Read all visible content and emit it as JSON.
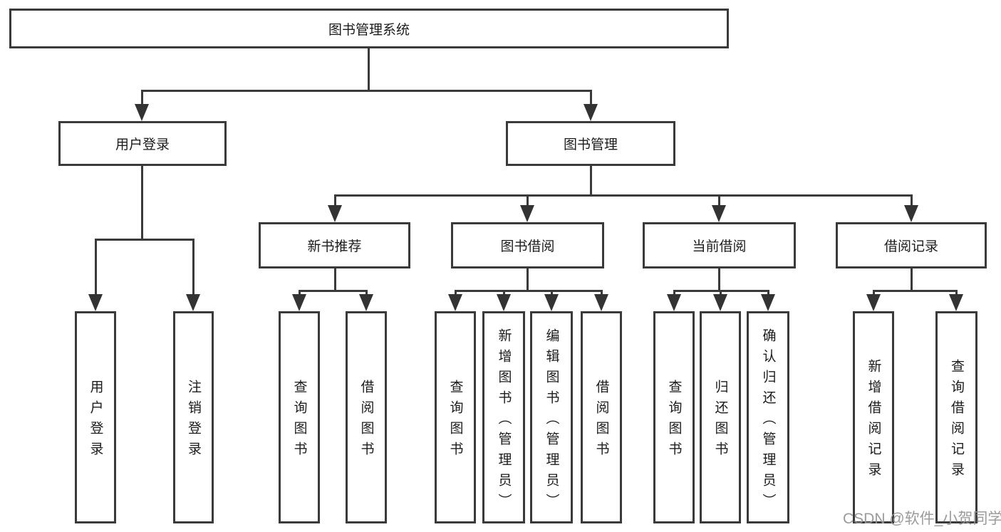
{
  "diagram": {
    "root": {
      "label": "图书管理系统"
    },
    "branches": [
      {
        "label": "用户登录",
        "children": [
          "用户登录",
          "注销登录"
        ]
      },
      {
        "label": "图书管理",
        "groups": [
          {
            "label": "新书推荐",
            "children": [
              "查询图书",
              "借阅图书"
            ]
          },
          {
            "label": "图书借阅",
            "children": [
              "查询图书",
              "新增图书（管理员）",
              "编辑图书（管理员）",
              "借阅图书"
            ]
          },
          {
            "label": "当前借阅",
            "children": [
              "查询图书",
              "归还图书",
              "确认归还（管理员）"
            ]
          },
          {
            "label": "借阅记录",
            "children": [
              "新增借阅记录",
              "查询借阅记录"
            ]
          }
        ]
      }
    ]
  },
  "watermark": {
    "text": "CSDN @软件_小贺同学"
  },
  "colors": {
    "line": "#3a3a3a",
    "text": "#1c1c1c",
    "background": "#ffffff",
    "watermark": "#969696"
  }
}
